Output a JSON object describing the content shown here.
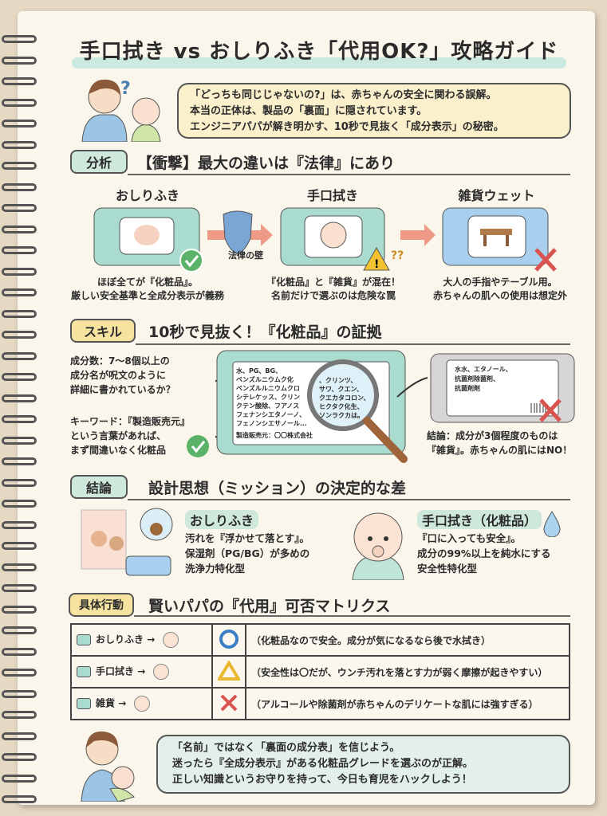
{
  "title": "手口拭き vs おしりふき「代用OK?」攻略ガイド",
  "intro": {
    "lines": [
      "「どっちも同じじゃないの?」は、赤ちゃんの安全に関わる誤解。",
      "本当の正体は、製品の「裏面」に隠されています。",
      "エンジニアパパが解き明かす、10秒で見抜く「成分表示」の秘密。"
    ]
  },
  "analysis": {
    "tag": "分析",
    "heading": "【衝撃】最大の違いは『法律』にあり",
    "barrier_label": "法律の壁",
    "columns": [
      {
        "label": "おしりふき",
        "caption": [
          "ほぼ全てが『化粧品』。",
          "厳しい安全基準と全成分表示が義務"
        ],
        "status": "check"
      },
      {
        "label": "手口拭き",
        "caption": [
          "『化粧品』と『雑貨』が混在！",
          "名前だけで選ぶのは危険な罠"
        ],
        "status": "warning"
      },
      {
        "label": "雑貨ウェット",
        "caption": [
          "大人の手指やテーブル用。",
          "赤ちゃんの肌への使用は想定外"
        ],
        "status": "cross"
      }
    ]
  },
  "skill": {
    "tag": "スキル",
    "heading": "10秒で見抜く！『化粧品』の証拠",
    "point1": [
      "成分数：7〜8個以上の",
      "成分名が呪文のように",
      "詳細に書かれているか？"
    ],
    "point2": [
      "キーワード：『製造販売元』",
      "という言葉があれば、",
      "まず間違いなく化粧品"
    ],
    "label_lines": [
      "水、PG、BG、",
      "ベンズルニウムク化",
      "ベンズルルニウムクロ",
      "シテレケッス、クリン",
      "クテン酸除、フアノス",
      "フェナンシエタノーノ、",
      "フェノンシエサノール..."
    ],
    "magnified_lines": [
      "、クリンツ、",
      "サワ、クエン、",
      "クエカタコロン、",
      "ヒクタク化生、",
      "ソンラクカは。"
    ],
    "label_maker": "製造販売元：〇〇株式会社",
    "gray_label_lines": [
      "水水、エタノール、",
      "抗菌剤除菌剤、",
      "抗菌剤剤"
    ],
    "conclusion": [
      "結論：成分が3個程度のものは",
      "『雑貨』。赤ちゃんの肌にはNO！"
    ]
  },
  "conclusion": {
    "tag": "結論",
    "heading": "設計思想（ミッション）の決定的な差",
    "items": [
      {
        "title": "おしりふき",
        "lines": [
          "汚れを『浮かせて落とす』。",
          "保湿剤（PG/BG）が多めの",
          "洗浄力特化型"
        ]
      },
      {
        "title": "手口拭き（化粧品）",
        "lines": [
          "『口に入っても安全』。",
          "成分の99%以上を純水にする",
          "安全性特化型"
        ]
      }
    ]
  },
  "action": {
    "tag": "具体行動",
    "heading": "賢いパパの『代用』可否マトリクス",
    "rows": [
      {
        "from": "おしりふき",
        "arrow": "→",
        "mark": "circle",
        "mark_color": "#3a7fc4",
        "note": "（化粧品なので安全。成分が気になるなら後で水拭き）"
      },
      {
        "from": "手口拭き",
        "arrow": "→",
        "mark": "triangle",
        "mark_color": "#e8b830",
        "note": "（安全性は〇だが、ウンチ汚れを落とす力が弱く摩擦が起きやすい）"
      },
      {
        "from": "雑貨",
        "arrow": "→",
        "mark": "cross",
        "mark_color": "#d9534f",
        "note": "（アルコールや除菌剤が赤ちゃんのデリケートな肌には強すぎる）"
      }
    ]
  },
  "outro": {
    "lines": [
      "「名前」ではなく「裏面の成分表」を信じよう。",
      "迷ったら『全成分表示』がある化粧品グレードを選ぶのが正解。",
      "正しい知識というお守りを持って、今日も育児をハックしよう！"
    ]
  },
  "colors": {
    "teal": "#cfe8dc",
    "yellow": "#f7e3a0",
    "pack_teal": "#a9dccf",
    "pack_blue": "#a9cfee",
    "pack_gray": "#d6d6d6",
    "check": "#5bb36a",
    "warn": "#f2c230",
    "cross": "#d9534f",
    "arrow": "#ef9a86"
  }
}
